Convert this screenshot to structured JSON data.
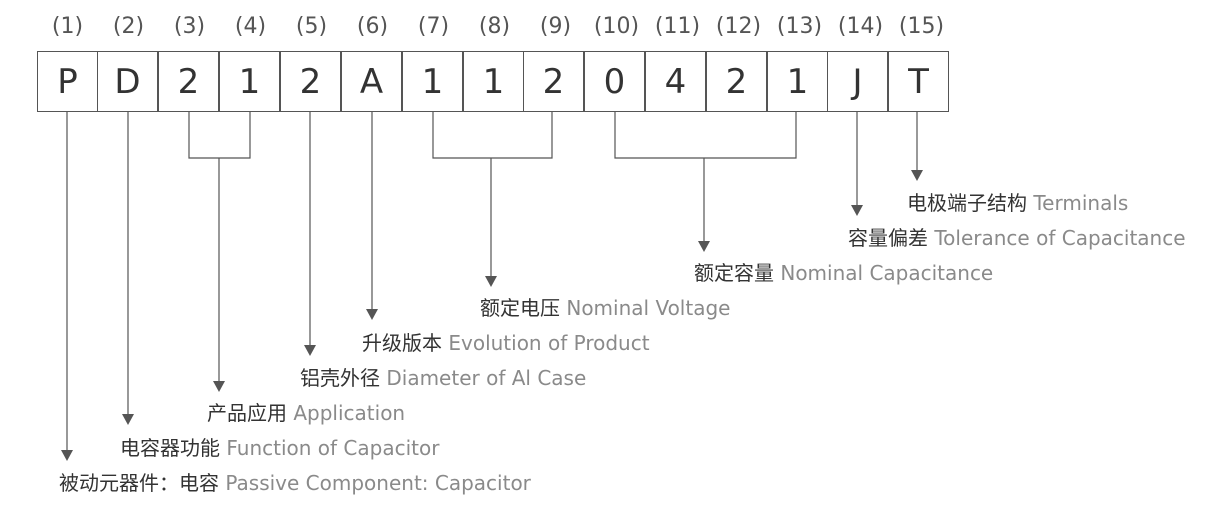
{
  "positions": [
    "(1)",
    "(2)",
    "(3)",
    "(4)",
    "(5)",
    "(6)",
    "(7)",
    "(8)",
    "(9)",
    "(10)",
    "(11)",
    "(12)",
    "(13)",
    "(14)",
    "(15)"
  ],
  "code": [
    "P",
    "D",
    "2",
    "1",
    "2",
    "A",
    "1",
    "1",
    "2",
    "0",
    "4",
    "2",
    "1",
    "J",
    "T"
  ],
  "descriptions": [
    {
      "cn": "被动元器件：电容",
      "en": "Passive Component: Capacitor"
    },
    {
      "cn": "电容器功能",
      "en": "Function of Capacitor"
    },
    {
      "cn": "产品应用",
      "en": "Application"
    },
    {
      "cn": "铝壳外径",
      "en": "Diameter of Al Case"
    },
    {
      "cn": "升级版本",
      "en": "Evolution of Product"
    },
    {
      "cn": "额定电压",
      "en": "Nominal Voltage"
    },
    {
      "cn": "额定容量",
      "en": "Nominal Capacitance"
    },
    {
      "cn": "容量偏差",
      "en": "Tolerance of Capacitance"
    },
    {
      "cn": "电极端子结构",
      "en": "Terminals"
    }
  ],
  "colors": {
    "line": "#555555",
    "cn_text": "#333333",
    "en_text": "#8a8a8a"
  }
}
